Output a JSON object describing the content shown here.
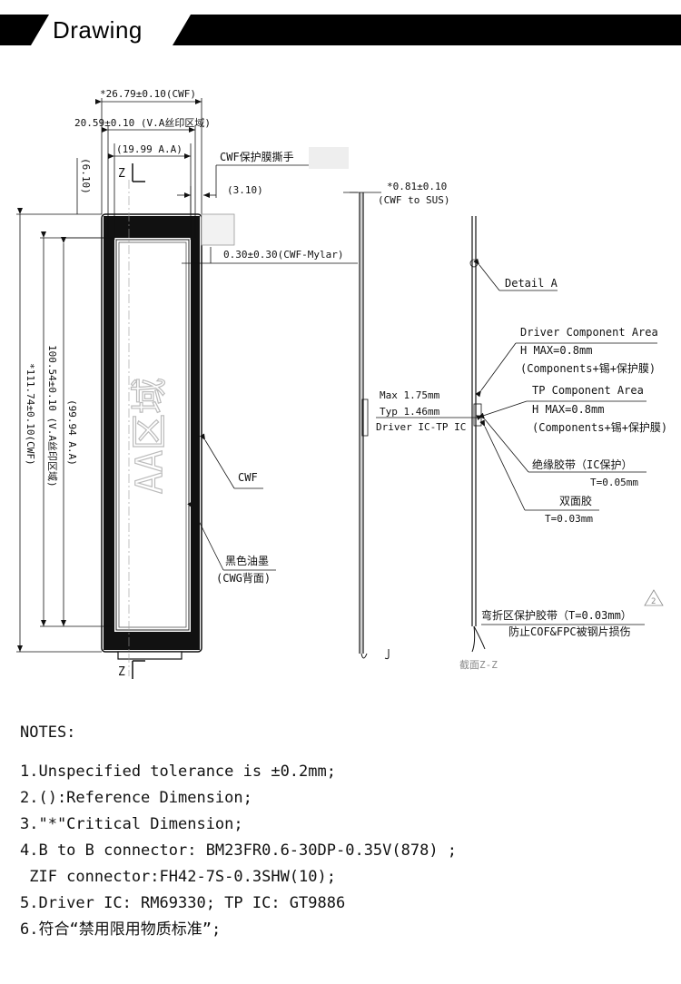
{
  "header": {
    "title": "Drawing"
  },
  "front_view": {
    "dim_cwf_width": "*26.79±0.10(CWF)",
    "dim_va_width": "20.59±0.10 (V.A丝印区域)",
    "dim_aa_width": "(19.99 A.A)",
    "dim_top_offset": "(6.10)",
    "section_mark": "Z",
    "aa_watermark": "AA区域",
    "dim_cwf_length": "*111.74±0.10(CWF)",
    "dim_va_length": "100.54±0.10 (V.A丝印区域)",
    "dim_aa_length": "(99.94 A.A)"
  },
  "callouts": {
    "tab": "CWF保护膜撕手",
    "tab_offset": "(3.10)",
    "mylar": "0.30±0.30(CWF-Mylar)",
    "cwf": "CWF",
    "ink_line1": "黑色油墨",
    "ink_line2": "(CWG背面)"
  },
  "side_view": {
    "thickness_line1": "*0.81±0.10",
    "thickness_line2": "(CWF to SUS)",
    "max": "Max 1.75mm",
    "typ": "Typ 1.46mm",
    "driver_tp": "Driver IC-TP IC"
  },
  "section_view": {
    "detail": "Detail A",
    "driver_area": "Driver Component Area",
    "driver_hmax": "H MAX=0.8mm",
    "driver_comp": "(Components+锡+保护膜)",
    "tp_area": "TP Component Area",
    "tp_hmax": "H MAX=0.8mm",
    "tp_comp": "(Components+锡+保护膜)",
    "tape": "绝缘胶带（IC保护）",
    "tape_t": "T=0.05mm",
    "double_tape": "双面胶",
    "double_t": "T=0.03mm",
    "bend_tape": "弯折区保护胶带（T=0.03mm）",
    "bend_note": "防止COF&FPC被钢片损伤",
    "section_label": "截面Z-Z",
    "rev": "2"
  },
  "notes": {
    "title": "NOTES:",
    "items": [
      "1.Unspecified tolerance is ±0.2mm;",
      "2.():Reference Dimension;",
      "3.\"*\"Critical Dimension;",
      "4.B to B connector: BM23FR0.6-30DP-0.35V(878) ;",
      " ZIF connector:FH42-7S-0.3SHW(10);",
      "5.Driver IC: RM69330; TP IC: GT9886",
      "6.符合“禁用限用物质标准”;"
    ]
  }
}
